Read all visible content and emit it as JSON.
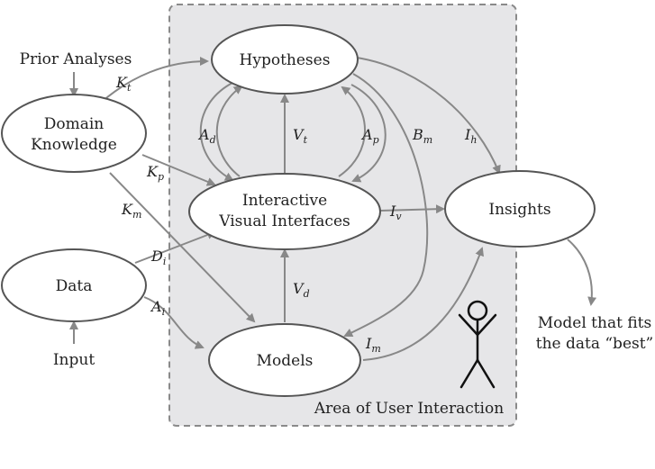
{
  "nodes": {
    "hypotheses": "Hypotheses",
    "domain_knowledge": [
      "Domain",
      "Knowledge"
    ],
    "interactive": [
      "Interactive",
      "Visual Interfaces"
    ],
    "data": "Data",
    "models": "Models",
    "insights": "Insights"
  },
  "texts": {
    "prior_analyses": "Prior Analyses",
    "input": "Input",
    "model_fits": [
      "Model that fits",
      "the data “best”"
    ],
    "area_label": "Area of User Interaction"
  },
  "edge_labels": {
    "kt": {
      "main": "K",
      "sub": "t"
    },
    "kp": {
      "main": "K",
      "sub": "p"
    },
    "km": {
      "main": "K",
      "sub": "m"
    },
    "ad": {
      "main": "A",
      "sub": "d"
    },
    "vt": {
      "main": "V",
      "sub": "t"
    },
    "ap": {
      "main": "A",
      "sub": "p"
    },
    "bm": {
      "main": "B",
      "sub": "m"
    },
    "ih": {
      "main": "I",
      "sub": "h"
    },
    "iv": {
      "main": "I",
      "sub": "v"
    },
    "di": {
      "main": "D",
      "sub": "i"
    },
    "ai": {
      "main": "A",
      "sub": "i"
    },
    "vd": {
      "main": "V",
      "sub": "d"
    },
    "im": {
      "main": "I",
      "sub": "m"
    }
  },
  "colors": {
    "area_fill": "#e6e6e8",
    "area_stroke": "#8a8a8a",
    "edge": "#888888",
    "node_stroke": "#555555"
  }
}
